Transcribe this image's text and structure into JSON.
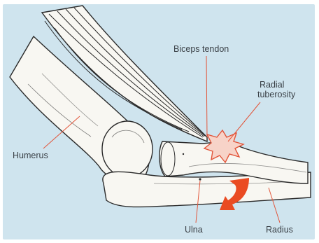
{
  "labels": {
    "biceps_tendon": "Biceps tendon",
    "radial_tuberosity_line1": "Radial",
    "radial_tuberosity_line2": "tuberosity",
    "humerus": "Humerus",
    "ulna": "Ulna",
    "radius": "Radius"
  },
  "colors": {
    "background": "#cfe4ee",
    "bone": "#f8f7f2",
    "outline": "#2a2a2a",
    "leader_line": "#e2553a",
    "pain_marker": "#e2553a",
    "rotation_arrow": "#ea4b22"
  },
  "icons": {
    "pain_marker": "starburst",
    "rotation_arrow": "curved-arrow"
  }
}
